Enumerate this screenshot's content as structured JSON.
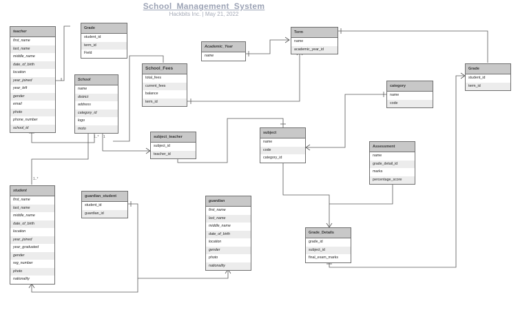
{
  "title": "School_Management_System",
  "subtitle": "Hackbits Inc.  |  May 21, 2022",
  "entities": {
    "teacher": {
      "name": "teacher",
      "fields": [
        "first_name",
        "last_name",
        "middle_name",
        "date_of_birth",
        "location",
        "year_joined",
        "year_left",
        "gender",
        "email",
        "photo",
        "phone_number",
        "school_id"
      ]
    },
    "grade_top": {
      "name": "Grade",
      "fields": [
        "student_id",
        "term_id",
        "Field"
      ]
    },
    "school": {
      "name": "School",
      "fields": [
        "name",
        "district",
        "address",
        "category_id",
        "logo",
        "moto"
      ]
    },
    "academic_year": {
      "name": "Academic_Year",
      "fields": [
        "name"
      ]
    },
    "term": {
      "name": "Term",
      "fields": [
        "name",
        "academic_year_id"
      ]
    },
    "school_fees": {
      "name": "School_Fees",
      "fields": [
        "total_fees",
        "current_fees",
        "balance",
        "term_id"
      ]
    },
    "grade_right": {
      "name": "Grade",
      "fields": [
        "student_id",
        "term_id"
      ]
    },
    "category": {
      "name": "category",
      "fields": [
        "name",
        "code"
      ]
    },
    "subject_teacher": {
      "name": "subject_teacher",
      "fields": [
        "subject_id",
        "teacher_id"
      ]
    },
    "subject": {
      "name": "subject",
      "fields": [
        "name",
        "code",
        "category_id"
      ]
    },
    "assessment": {
      "name": "Assessment",
      "fields": [
        "name",
        "grade_detail_id",
        "marks",
        "percentage_score"
      ]
    },
    "student": {
      "name": "student",
      "fields": [
        "first_name",
        "last_name",
        "middle_name",
        "date_of_birth",
        "location",
        "year_joined",
        "year_graduated",
        "gender",
        "reg_number",
        "photo",
        "nationality"
      ]
    },
    "guardian_student": {
      "name": "guardian_student",
      "fields": [
        "student_id",
        "guardian_id"
      ]
    },
    "guardian": {
      "name": "guardian",
      "fields": [
        "first_name",
        "last_name",
        "middle_name",
        "date_of_birth",
        "location",
        "gender",
        "photo",
        "nationality"
      ]
    },
    "grade_details": {
      "name": "Grade_Details",
      "fields": [
        "grade_id",
        "subject_id",
        "final_exam_marks"
      ]
    }
  },
  "multiplicities": {
    "school_teacher": "1",
    "school_many": "1..*",
    "student_one": "1..*"
  }
}
